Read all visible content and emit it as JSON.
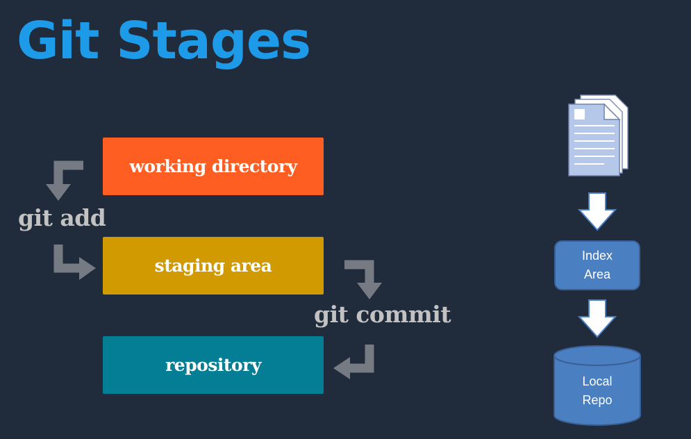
{
  "title": "Git Stages",
  "stages": [
    {
      "label": "working directory"
    },
    {
      "label": "staging area"
    },
    {
      "label": "repository"
    }
  ],
  "commands": {
    "add": "git add",
    "commit": "git commit"
  },
  "right_flow": {
    "index_line1": "Index",
    "index_line2": "Area",
    "repo_line1": "Local",
    "repo_line2": "Repo"
  },
  "colors": {
    "background": "#202b3b",
    "title": "#1e9be8",
    "working_directory": "#ff5e22",
    "staging_area": "#d19a00",
    "repository": "#047e94",
    "command_text": "#c2c2c2",
    "arrow": "#767b83",
    "node_fill": "#4a7fc1"
  }
}
